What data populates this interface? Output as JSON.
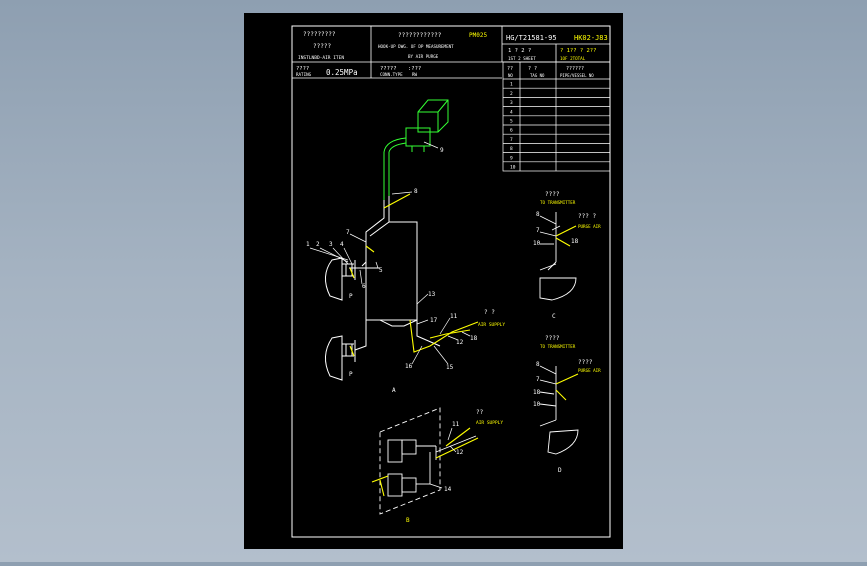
{
  "colors": {
    "viewport_bg": "#000000",
    "border": "#ffffff",
    "yellow": "#ffff00",
    "green": "#33ff33",
    "white": "#ffffff"
  },
  "title_block": {
    "left_title_cn": "?????????",
    "left_sub_cn": "?????",
    "left_sub_en": "INSTLNBD-AIR ITEN",
    "center_title_cn": "????????????",
    "center_code": "PM025",
    "center_en_line1": "HOOK-UP DWG. OF DP MEASUREMENT",
    "center_en_line2": "BY AIR PURGE",
    "std_no": "HG/T21581-95",
    "drawing_no": "HK02-J83",
    "sheet_cn": "1 ?  2 ?",
    "sheet_en": "1ST  2 SHEET",
    "page_of": "? 1?? ? 2??",
    "page_total": "1OF 2TOTAL",
    "rating_label_cn": "????",
    "rating_label_en": "RATING",
    "rating_value": "0.25MPa",
    "conn_label_cn": "?????",
    "conn_label_en": "CONN.TYPE",
    "conn_value_cn": ":???",
    "conn_value_en": "RW"
  },
  "item_table": {
    "header_no_cn": "??",
    "header_no_en": "NO",
    "header_tag_cn": "?  ?",
    "header_tag_en": "TAG NO",
    "header_vessel_cn": "??????",
    "header_vessel_en": "PIPE/VESSEL NO",
    "rows": [
      "1",
      "2",
      "3",
      "4",
      "5",
      "6",
      "7",
      "8",
      "9",
      "10"
    ]
  },
  "diagram_labels": {
    "top_numbers": [
      "1",
      "2",
      "3",
      "4"
    ],
    "n5": "5",
    "n6": "6",
    "n7": "7",
    "n8": "8",
    "n9": "9",
    "n10": "10",
    "n11": "11",
    "n12": "12",
    "n13": "13",
    "n14": "14",
    "n15": "15",
    "n16": "16",
    "n17": "17",
    "n18": "18",
    "p_upper": "P",
    "p_lower": "P",
    "air_supply_cn": "? ?",
    "air_supply_en": "AIR SUPPLY",
    "air_supply_b_cn": "??",
    "air_supply_b_en": "AIR SUPPLY",
    "to_transmitter_c_cn": "????",
    "to_transmitter_c_en": "TO TRANSMITTER",
    "purge_c_cn": "??? ?",
    "purge_c_en": "PURGE AIR",
    "to_transmitter_d_cn": "????",
    "to_transmitter_d_en": "TO TRANSMITTER",
    "purge_d_cn": "????",
    "purge_d_en": "PURGE AIR",
    "view_a": "A",
    "view_b": "B",
    "view_c": "C",
    "view_d": "D"
  }
}
